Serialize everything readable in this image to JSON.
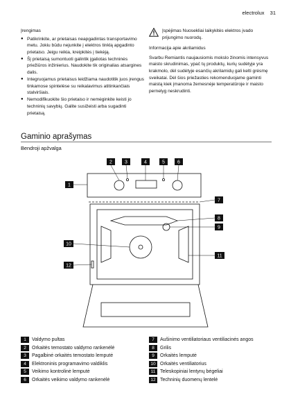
{
  "header": {
    "brand": "electrolux",
    "page": "31"
  },
  "installation": {
    "title": "Įrengimas",
    "bullets": [
      "Patikrinkite, ar prietaisas neapgadintas transportavimo metu. Jokiu būdu nejunkite į elektros tinklą apgadinto prietaiso. Jeigu reikia, kreipkitės į tiekėją.",
      "Šį prietaisą sumontuoti galintik įgaliotas techninės priežiūros inžinierius. Naudokite tik originalias atsargines dalis.",
      "Integruojamus prietaisus leidžiama naudotitik juos įrengus tinkamose spintelėse su reikalavimus atitinkančiais stalviršiais.",
      "Nemodifikuokite šio prietaiso ir nemėginkite keisti jo techninių savybių. Galite susižeisti arba sugadinti prietaisą."
    ]
  },
  "warning": {
    "text": "Įspėjimas Nuosekliai laikykitės elektros įvado prijungimo nuorodų."
  },
  "info": {
    "title": "Informacija apie akrilamidus",
    "text": "Svarbu Remiantis naujausiomis mokslo žinomis intensyvus maisto skrudinimas, ypač tų produktų, kurių sudėtyje yra krakmolo, dėl sudėtyje esančių akrilamidų gali kelti grėsmę sveikatai. Dėl šios priežasties rekomenduojame gaminti maistą kiek įmanoma žemesnėje temperatūroje ir maisto pernelyg neskrudinti."
  },
  "section": {
    "title": "Gaminio aprašymas",
    "subtitle": "Bendroji apžvalga"
  },
  "callouts": [
    "1",
    "2",
    "3",
    "4",
    "5",
    "6",
    "7",
    "8",
    "9",
    "10",
    "11",
    "12"
  ],
  "legend": {
    "left": [
      {
        "num": "1",
        "label": "Valdymo pultas"
      },
      {
        "num": "2",
        "label": "Orkaitės temostato valdymo rankenėlė"
      },
      {
        "num": "3",
        "label": "Pagalbinė orkaitės temostato lemputė"
      },
      {
        "num": "4",
        "label": "Elektroninis programavimo valdiklis"
      },
      {
        "num": "5",
        "label": "Veikimo kontrolinė lemputė"
      },
      {
        "num": "6",
        "label": "Orkaitės veikimo valdymo rankenėlė"
      }
    ],
    "right": [
      {
        "num": "7",
        "label": "Aušinimo ventiliatoriaus ventiliacinės angos"
      },
      {
        "num": "8",
        "label": "Grilis"
      },
      {
        "num": "9",
        "label": "Orkaitės lemputė"
      },
      {
        "num": "10",
        "label": "Orkaitės ventiliatorius"
      },
      {
        "num": "11",
        "label": "Teleskopiniai lentynų bėgeliai"
      },
      {
        "num": "12",
        "label": "Techninių duomenų lentelė"
      }
    ]
  }
}
